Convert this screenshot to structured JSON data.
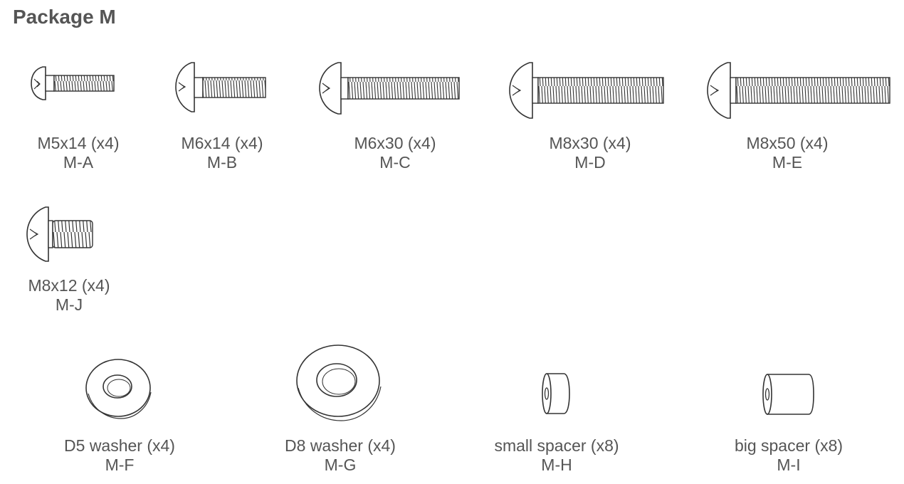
{
  "title": "Package M",
  "screws": [
    {
      "size": "M5x14 (x4)",
      "code": "M-A"
    },
    {
      "size": "M6x14 (x4)",
      "code": "M-B"
    },
    {
      "size": "M6x30 (x4)",
      "code": "M-C"
    },
    {
      "size": "M8x30 (x4)",
      "code": "M-D"
    },
    {
      "size": "M8x50 (x4)",
      "code": "M-E"
    },
    {
      "size": "M8x12 (x4)",
      "code": "M-J"
    }
  ],
  "hardware": [
    {
      "name": "D5 washer (x4)",
      "code": "M-F"
    },
    {
      "name": "D8 washer (x4)",
      "code": "M-G"
    },
    {
      "name": "small spacer (x8)",
      "code": "M-H"
    },
    {
      "name": "big spacer (x8)",
      "code": "M-I"
    }
  ],
  "icons": [
    "screw-icon",
    "washer-icon",
    "spacer-icon"
  ],
  "colors": {
    "text": "#555555",
    "line": "#333333"
  }
}
